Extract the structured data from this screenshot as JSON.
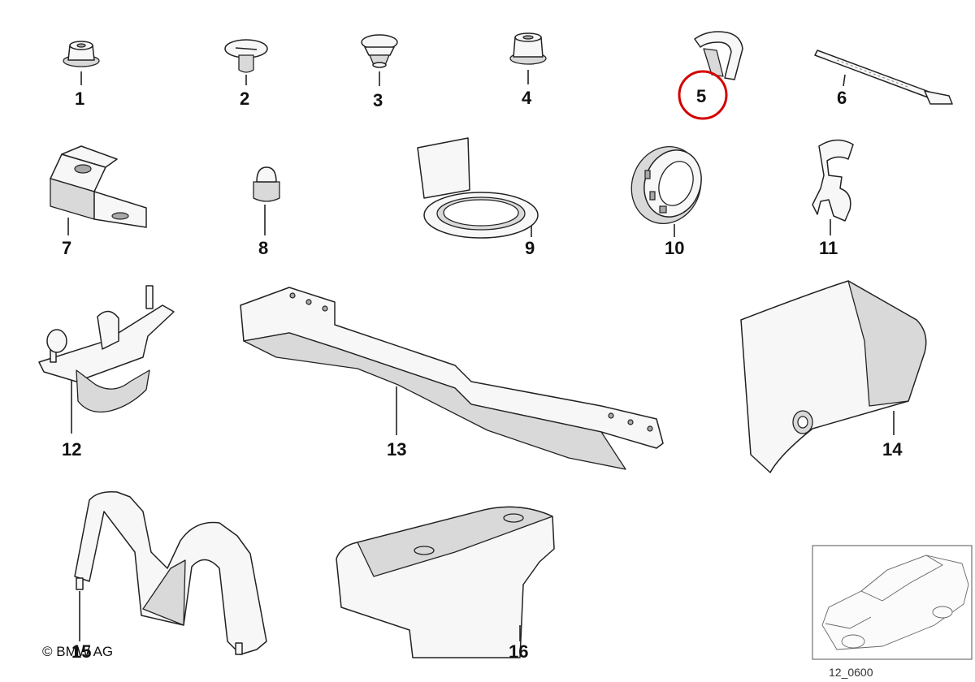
{
  "parts": [
    {
      "number": "1"
    },
    {
      "number": "2"
    },
    {
      "number": "3"
    },
    {
      "number": "4"
    },
    {
      "number": "5",
      "highlighted": true
    },
    {
      "number": "6"
    },
    {
      "number": "7"
    },
    {
      "number": "8"
    },
    {
      "number": "9"
    },
    {
      "number": "10"
    },
    {
      "number": "11"
    },
    {
      "number": "12"
    },
    {
      "number": "13"
    },
    {
      "number": "14"
    },
    {
      "number": "15"
    },
    {
      "number": "16"
    }
  ],
  "highlight_color": "#d40000",
  "copyright": "© BMW AG",
  "thumbnail": {
    "label": "12_0600"
  }
}
